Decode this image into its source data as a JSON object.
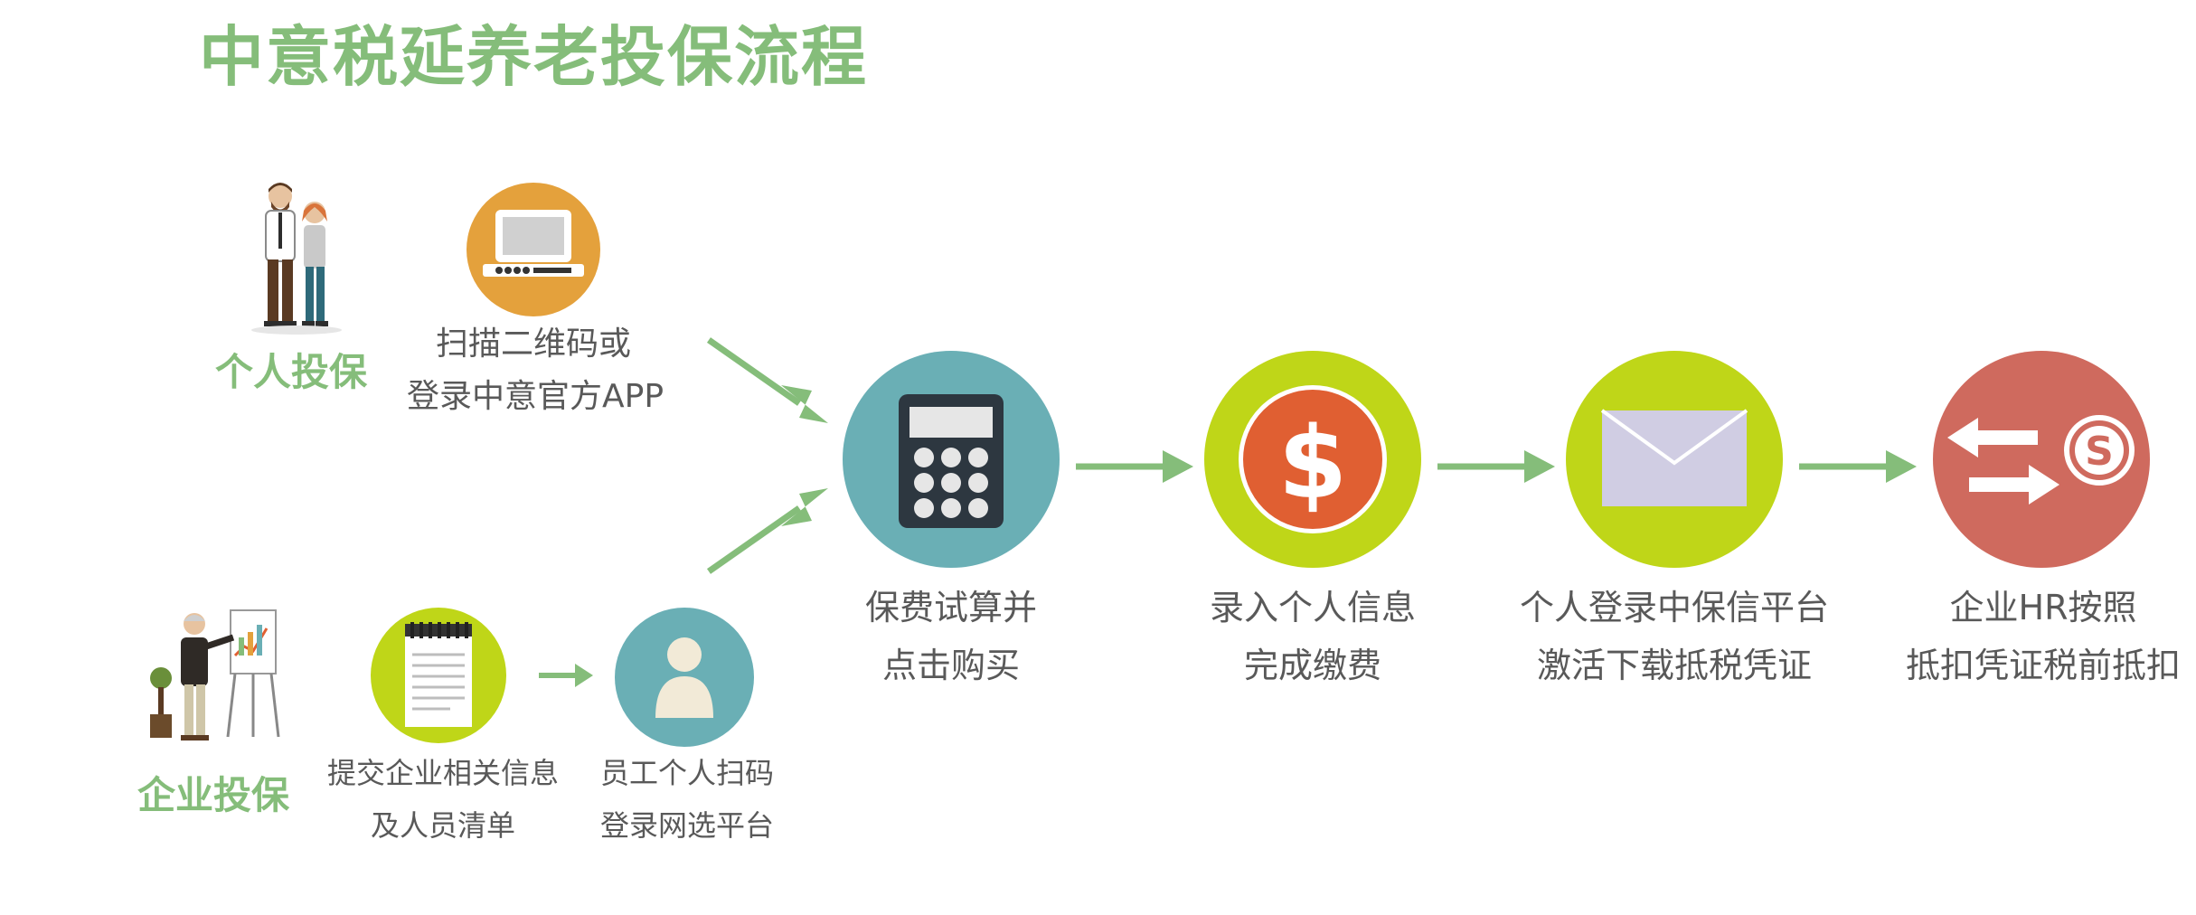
{
  "title": "中意税延养老投保流程",
  "personal": {
    "label": "个人投保",
    "step_line1": "扫描二维码或",
    "step_line2": "登录中意官方APP"
  },
  "enterprise": {
    "label": "企业投保",
    "step1_line1": "提交企业相关信息",
    "step1_line2": "及人员清单",
    "step2_line1": "员工个人扫码",
    "step2_line2": "登录网选平台"
  },
  "steps": [
    {
      "line1": "保费试算并",
      "line2": "点击购买"
    },
    {
      "line1": "录入个人信息",
      "line2": "完成缴费"
    },
    {
      "line1": "个人登录中保信平台",
      "line2": "激活下载抵税凭证"
    },
    {
      "line1": "企业HR按照",
      "line2": "抵扣凭证税前抵扣"
    }
  ],
  "colors": {
    "green_text": "#85bd7a",
    "arrow": "#85bd7a",
    "orange": "#e4a13c",
    "lime": "#bfd618",
    "teal": "#6aafb5",
    "red": "#cf6a5e",
    "dollar": "#e05f32"
  },
  "icons": [
    "couple-icon",
    "laptop-icon",
    "presenter-icon",
    "notepad-icon",
    "person-icon",
    "calculator-icon",
    "dollar-icon",
    "envelope-icon",
    "transfer-icon"
  ]
}
